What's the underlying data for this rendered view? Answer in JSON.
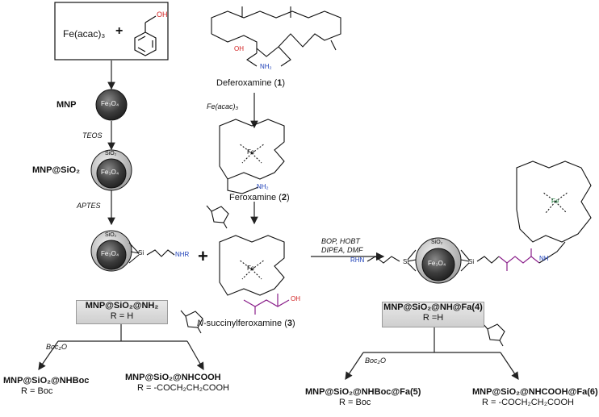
{
  "start_box": {
    "reagent": "Fe(acac)₃",
    "plus": "+"
  },
  "left_chain": {
    "mnp": "MNP",
    "teos": "TEOS",
    "mnp_sio2": "MNP@SiO₂",
    "aptes": "APTES",
    "box_title": "MNP@SiO₂@NH₂",
    "box_r": "R = H",
    "boc2o": "Boc₂O",
    "prod_boc": "MNP@SiO₂@NHBoc",
    "prod_boc_r": "R = Boc",
    "prod_cooh": "MNP@SiO₂@NHCOOH",
    "prod_cooh_r": "R = -COCH₂CH₂COOH",
    "big_plus": "+"
  },
  "middle_chain": {
    "dfo_name": "Deferoxamine",
    "dfo_num": "1",
    "fe_acac": "Fe(acac)₃",
    "ferox_name": "Feroxamine",
    "ferox_num": "2",
    "succ_prefix": "N",
    "succ_name": "-succinylferoxamine",
    "succ_num": "3"
  },
  "coupling": {
    "line1": "BOP, HOBT",
    "line2": "DIPEA, DMF"
  },
  "right_chain": {
    "box_title": "MNP@SiO₂@NH@Fa",
    "box_num": "4",
    "box_r": "R =H",
    "boc2o": "Boc₂O",
    "prod_boc": "MNP@SiO₂@NHBoc@Fa",
    "prod_boc_num": "5",
    "prod_boc_r": "R = Boc",
    "prod_cooh": "MNP@SiO₂@NHCOOH@Fa",
    "prod_cooh_num": "6",
    "prod_cooh_r": "R = -COCH₂CH₂COOH"
  },
  "atoms": {
    "oh": "OH",
    "nh2": "NH₂",
    "fe": "Fe",
    "fe3o4": "Fe₃O₄",
    "sio2": "SiO₂",
    "si": "Si",
    "nhr": "NHR",
    "rhn": "RHN",
    "h": "H",
    "n": "N",
    "o": "O",
    "nh": "NH",
    "cooh": "OH"
  },
  "colors": {
    "oxygen": "#d22020",
    "nitrogen": "#1c3fb8",
    "succinyl": "#8a1f8a",
    "core": "#3c3c3c",
    "shell": "#b9b9b9"
  }
}
